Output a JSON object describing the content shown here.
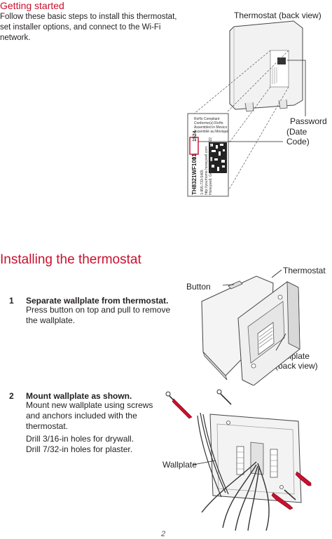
{
  "getting_started": {
    "title": "Getting started",
    "intro": "Follow these basic steps to install this thermostat, set installer options, and connect to the Wi-Fi network."
  },
  "figure1": {
    "back_view_label": "Thermostat (back view)",
    "password_label_line1": "Password",
    "password_label_line2": "(Date Code)",
    "sticker": {
      "lines": [
        "RoHs Compliant",
        "Conforme(s) RoHs",
        "Assembled in Mexico",
        "Assemblé au Mexique"
      ],
      "date_code": "1524",
      "model": "TH8321WF1001",
      "url_lines": [
        "1-855-733-5465",
        "http://yourhome.honeywell.com",
        "Honeywell, Golden Valley, MN 55422"
      ],
      "side_digit": "1"
    }
  },
  "installing": {
    "title": "Installing the thermostat",
    "step1": {
      "number": "1",
      "title": "Separate wallplate from thermostat.",
      "text": "Press button on top and pull to remove the wallplate.",
      "labels": {
        "thermostat": "Thermostat",
        "button": "Button",
        "wallplate_line1": "Wallplate",
        "wallplate_line2": "(back view)"
      }
    },
    "step2": {
      "number": "2",
      "title": "Mount wallplate as shown.",
      "text": "Mount new wallplate using screws and anchors included with the thermostat.",
      "drill_drywall": "Drill 3/16-in holes for drywall.",
      "drill_plaster": "Drill 7/32-in holes for plaster.",
      "labels": {
        "wallplate": "Wallplate"
      }
    }
  },
  "colors": {
    "accent": "#c8102e",
    "text": "#231f20",
    "anchor": "#c8102e"
  },
  "page_number": "2"
}
